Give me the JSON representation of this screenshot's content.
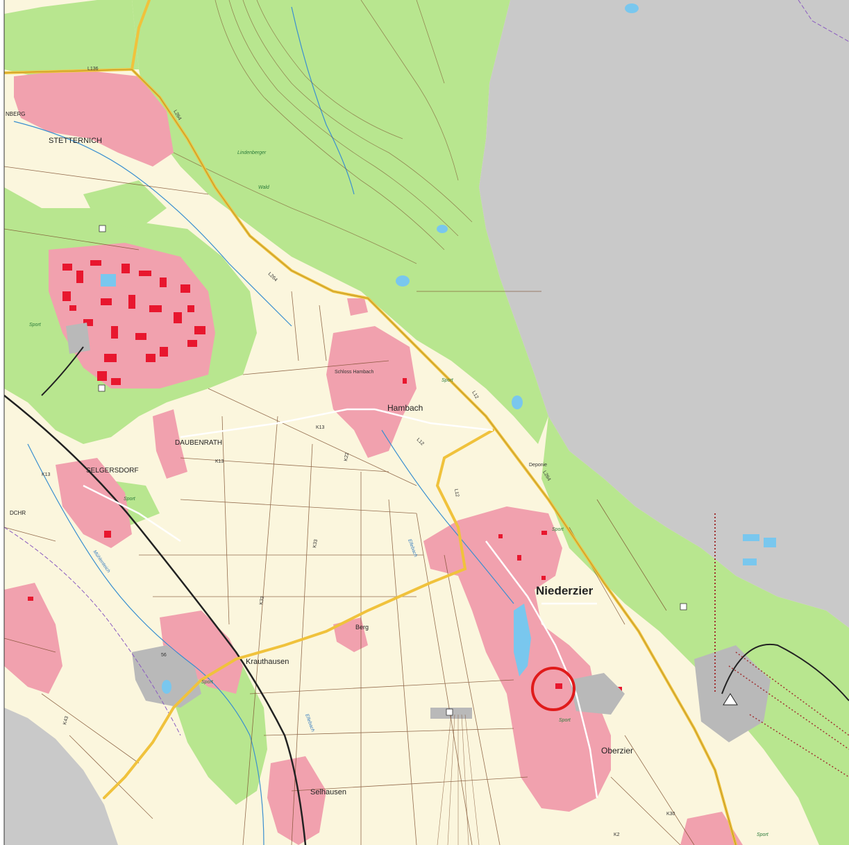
{
  "places": {
    "stetternich": "STETTERNICH",
    "hambach": "Hambach",
    "daubenrath": "DAUBENRATH",
    "selgersdorf": "SELGERSDORF",
    "niederzier": "Niederzier",
    "oberzier": "Oberzier",
    "krauthausen": "Krauthausen",
    "berg": "Berg",
    "selhausen": "Selhausen",
    "sternberg": "NBERG",
    "koslar": "DCHR",
    "wald": "Wald",
    "lindenberger": "Lindenberger",
    "schloss_hambach": "Schloss Hambach",
    "deponie": "Deponie"
  },
  "roads": [
    "L136",
    "L264",
    "L264",
    "L12",
    "L12",
    "K13",
    "K13",
    "K13",
    "K22",
    "L12",
    "K33",
    "K33",
    "L264",
    "K30",
    "K2",
    "56",
    "K43"
  ],
  "sport_labels": [
    "Sport",
    "Sport",
    "Sport",
    "Sport",
    "Sport",
    "Sport",
    "Sport"
  ],
  "water_labels": [
    "Ellebach",
    "Ellebach",
    "Mühlenteich"
  ],
  "colors": {
    "farmland": "#fbf6dd",
    "forest": "#b8e68f",
    "settlement": "#f1a1ae",
    "buildings": "#e8172e",
    "industry": "#b9b9b9",
    "mine_pit": "#c9c9c9",
    "road_main": "#f0c23c",
    "water": "#79c7ee",
    "marker": "#e01b1b"
  }
}
